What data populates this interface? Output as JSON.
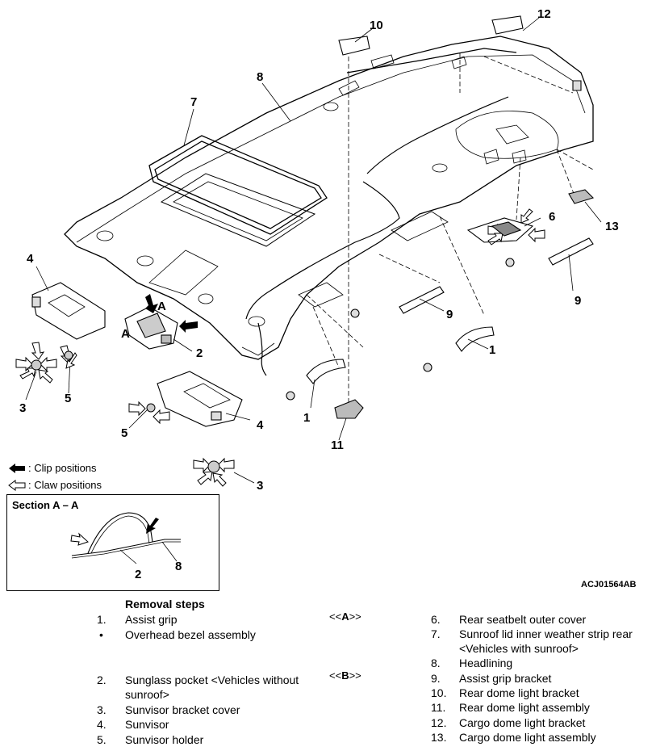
{
  "callouts": {
    "c1a": "1",
    "c1b": "1",
    "c2": "2",
    "c3a": "3",
    "c3b": "3",
    "c4a": "4",
    "c4b": "4",
    "c5a": "5",
    "c5b": "5",
    "c6": "6",
    "c7": "7",
    "c8": "8",
    "c9a": "9",
    "c9b": "9",
    "c10": "10",
    "c11": "11",
    "c12": "12",
    "c13": "13",
    "sectA1": "A",
    "sectA2": "A"
  },
  "legend": {
    "clip": ": Clip positions",
    "claw": ": Claw positions"
  },
  "section": {
    "title": "Section A – A",
    "label2": "2",
    "label8": "8"
  },
  "figure_code": "ACJ01564AB",
  "removal": {
    "heading": "Removal steps",
    "left": [
      {
        "num": "1.",
        "text": "Assist grip"
      },
      {
        "num": "•",
        "text": "Overhead bezel assembly"
      },
      {
        "num": "2.",
        "text": "Sunglass pocket <Vehicles without"
      },
      {
        "num": "",
        "text": "sunroof>"
      },
      {
        "num": "3.",
        "text": "Sunvisor bracket cover"
      },
      {
        "num": "4.",
        "text": "Sunvisor"
      },
      {
        "num": "5.",
        "text": "Sunvisor holder"
      }
    ],
    "refs": [
      {
        "prefix": "<<",
        "key": "A",
        "suffix": ">>"
      },
      {
        "prefix": "<<",
        "key": "B",
        "suffix": ">>"
      }
    ],
    "right": [
      {
        "num": "6.",
        "text": "Rear seatbelt outer cover"
      },
      {
        "num": "7.",
        "text": "Sunroof lid inner weather strip rear"
      },
      {
        "num": "",
        "text": "<Vehicles with sunroof>"
      },
      {
        "num": "8.",
        "text": "Headlining"
      },
      {
        "num": "9.",
        "text": "Assist grip bracket"
      },
      {
        "num": "10.",
        "text": "Rear dome light bracket"
      },
      {
        "num": "11.",
        "text": "Rear dome light assembly"
      },
      {
        "num": "12.",
        "text": "Cargo dome light bracket"
      },
      {
        "num": "13.",
        "text": "Cargo dome light assembly"
      }
    ]
  }
}
